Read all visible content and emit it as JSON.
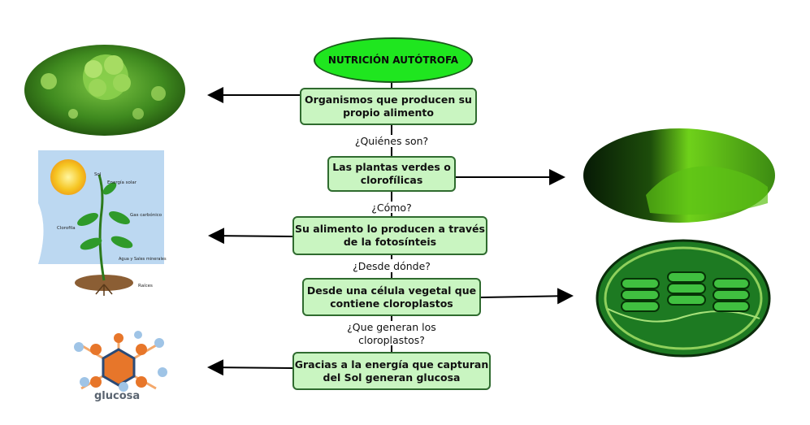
{
  "title": "NUTRICIÓN AUTÓTROFA",
  "nodes": {
    "n1": "Organismos que producen su\npropio alimento",
    "n2": "Las plantas verdes o\nclorofílicas",
    "n3": "Su alimento lo producen a través\nde la fotosínteis",
    "n4": "Desde una célula vegetal que\ncontiene cloroplastos",
    "n5": "Gracias a la energía que capturan\ndel Sol generan glucosa"
  },
  "questions": {
    "q1": "¿Quiénes son?",
    "q2": "¿Cómo?",
    "q3": "¿Desde dónde?",
    "q4": "¿Que generan los\ncloroplastos?"
  },
  "plant_diagram": {
    "sol": "Sol",
    "energia": "Energía solar",
    "gas": "Gas carbónico",
    "clorofila": "Clorofila",
    "agua": "Agua y Sales minerales",
    "raices": "Raíces"
  },
  "glucose": {
    "label": "glucosa"
  },
  "colors": {
    "node_fill": "#c9f5c1",
    "node_border": "#2f6b2f",
    "title_fill": "#1fe61f"
  }
}
